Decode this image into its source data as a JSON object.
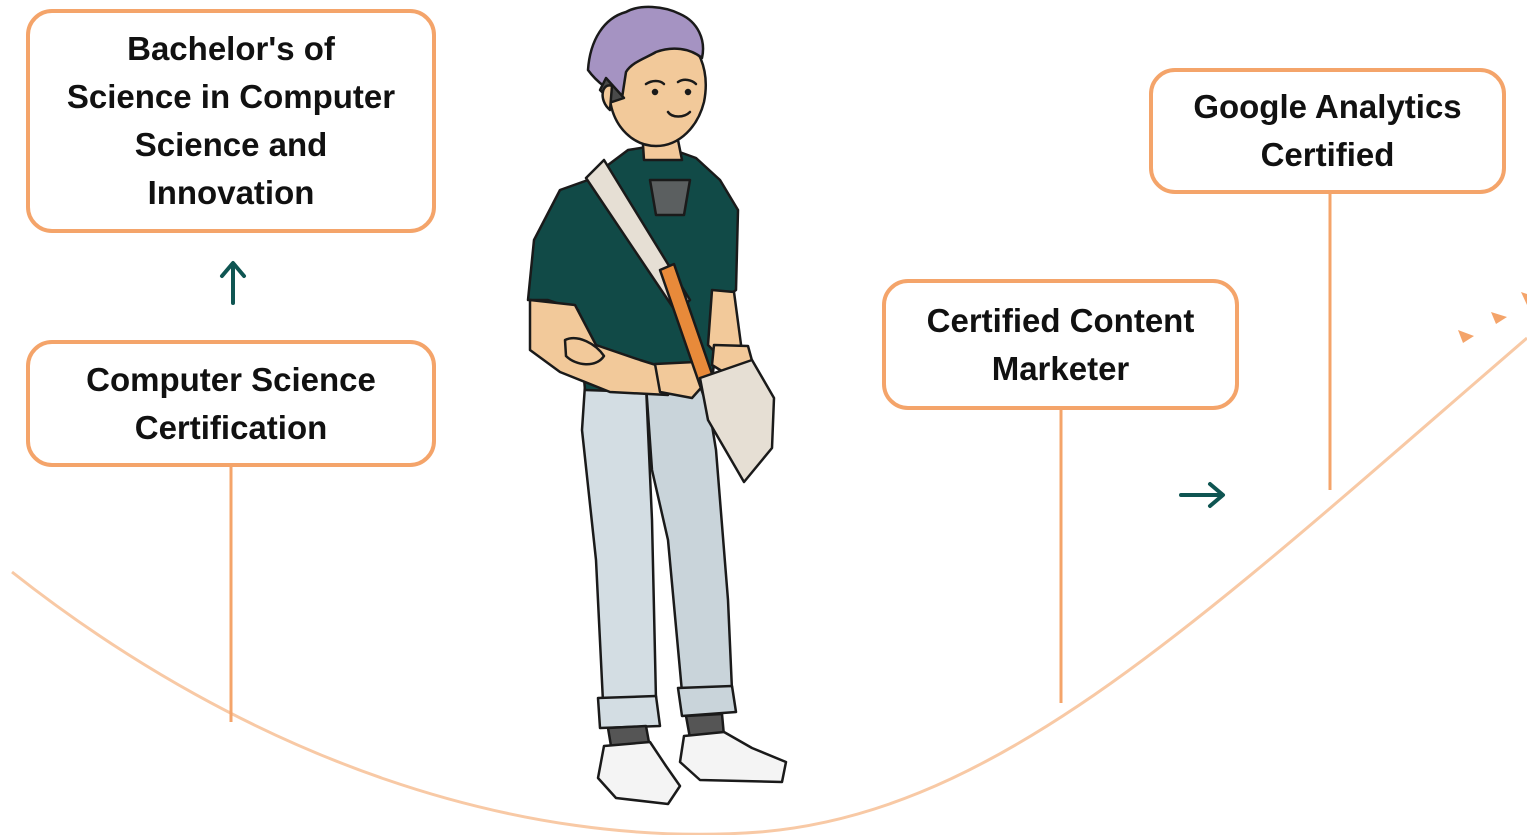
{
  "colors": {
    "accent_orange": "#f4a46a",
    "arrow_teal": "#0f5552",
    "curve": "#f8c9a5"
  },
  "milestones": {
    "bachelors": "Bachelor's of\nScience in Computer\nScience and\nInnovation",
    "cs_certification": "Computer Science\nCertification",
    "content_marketer": "Certified Content\nMarketer",
    "google_analytics": "Google Analytics\nCertified"
  },
  "icons": {
    "up_arrow": "up-arrow-icon",
    "right_arrow": "right-arrow-icon",
    "arrowheads": "path-arrowheads-icon"
  }
}
